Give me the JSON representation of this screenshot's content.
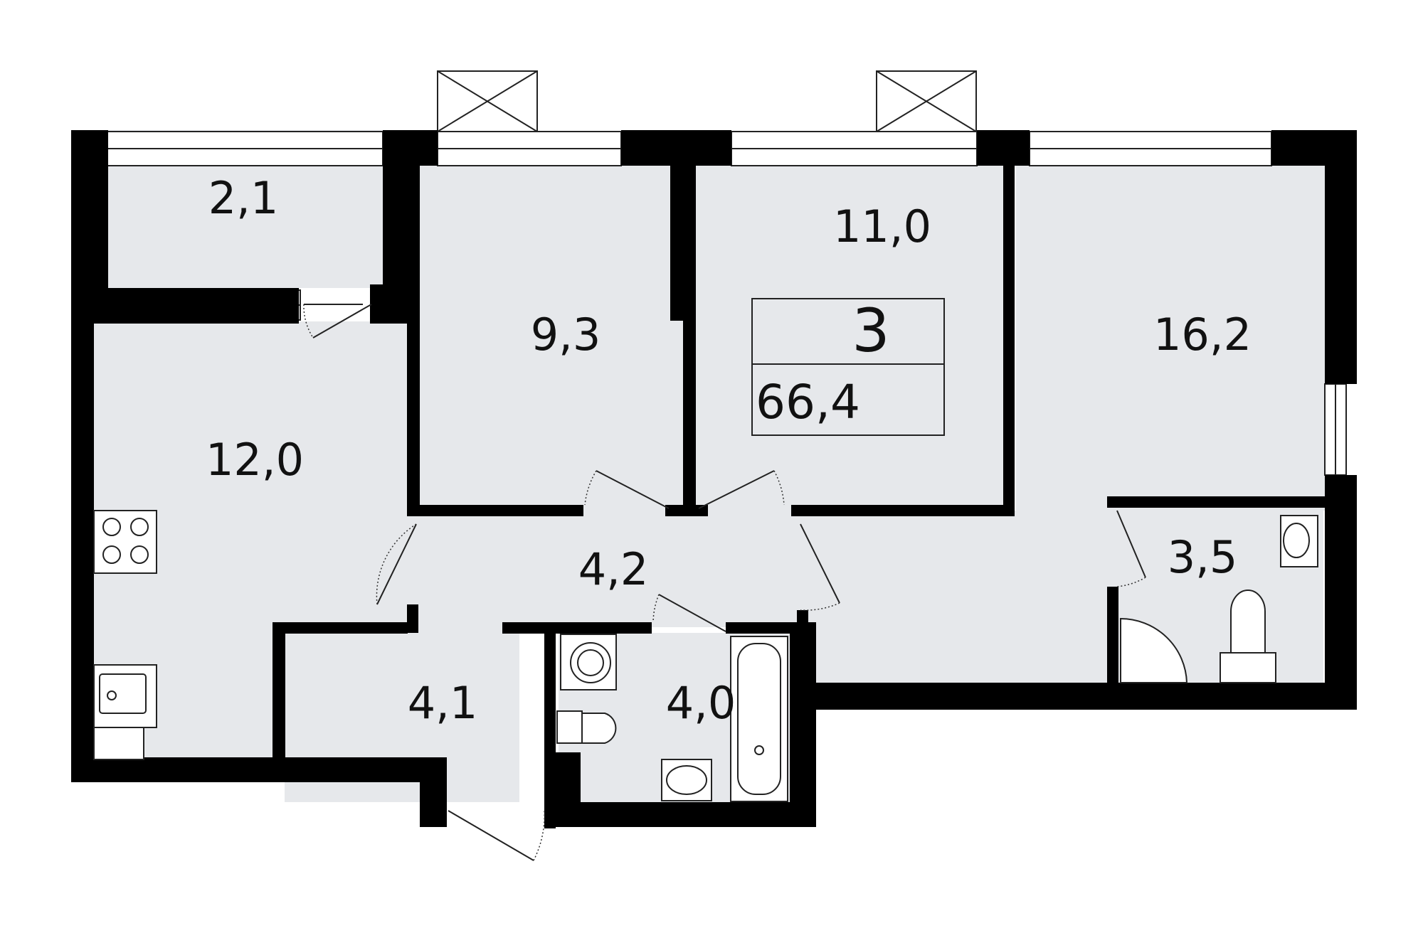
{
  "plan": {
    "rooms_count": "3",
    "total_area": "66,4",
    "rooms": {
      "loggia": "2,1",
      "bedroom_small": "9,3",
      "bedroom_middle": "11,0",
      "living_room": "16,2",
      "kitchen": "12,0",
      "corridor": "4,2",
      "hallway": "4,1",
      "bathroom": "4,0",
      "shower_room": "3,5"
    }
  }
}
